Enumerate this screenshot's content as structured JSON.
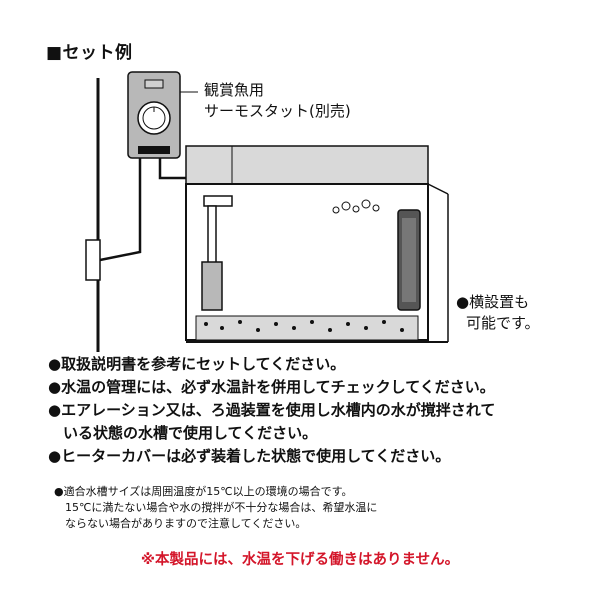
{
  "title": "■セット例",
  "callouts": {
    "thermostat_line1": "観賞魚用",
    "thermostat_line2": "サーモスタット(別売)",
    "horizontal_line1": "●横設置も",
    "horizontal_line2": "可能です。"
  },
  "notes": [
    "●取扱説明書を参考にセットしてください。",
    "●水温の管理には、必ず水温計を併用してチェックしてください。",
    "●エアレーション又は、ろ過装置を使用し水槽内の水が撹拌されて",
    "　いる状態の水槽で使用してください。",
    "●ヒーターカバーは必ず装着した状態で使用してください。"
  ],
  "small_notes": [
    "●適合水槽サイズは周囲温度が15℃以上の環境の場合です。",
    "　15℃に満たない場合や水の撹拌が不十分な場合は、希望水温に",
    "　ならない場合がありますので注意してください。"
  ],
  "warning": "※本製品には、水温を下げる働きはありません。",
  "colors": {
    "warning": "#d4162a",
    "ink": "#111111",
    "device": "#b8b8b8",
    "tank_top": "#d9d9d9"
  }
}
